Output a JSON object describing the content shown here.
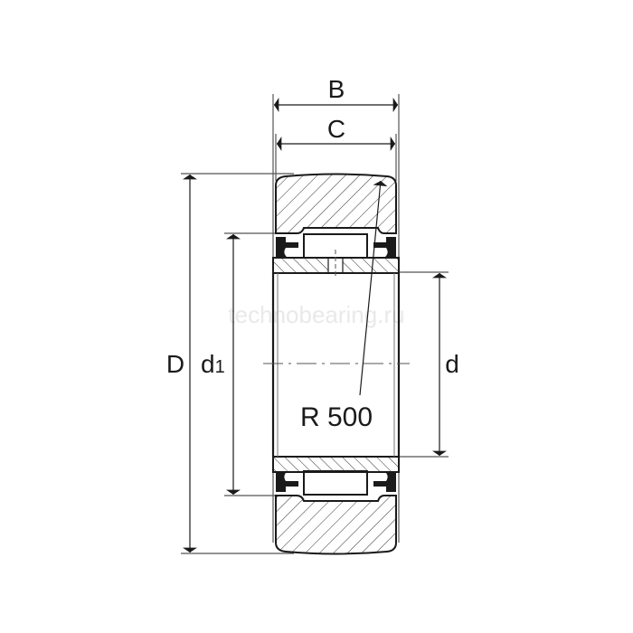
{
  "drawing": {
    "type": "technical-drawing",
    "subject": "track roller bearing cross-section",
    "watermark": "technobearing.ru",
    "labels": {
      "B": "B",
      "C": "C",
      "D": "D",
      "d1_main": "d",
      "d1_sub": "1",
      "d": "d",
      "radius": "R 500"
    },
    "colors": {
      "line": "#1a1a1a",
      "thin_line": "#555555",
      "background": "#ffffff",
      "watermark": "#e9e9e9"
    }
  }
}
